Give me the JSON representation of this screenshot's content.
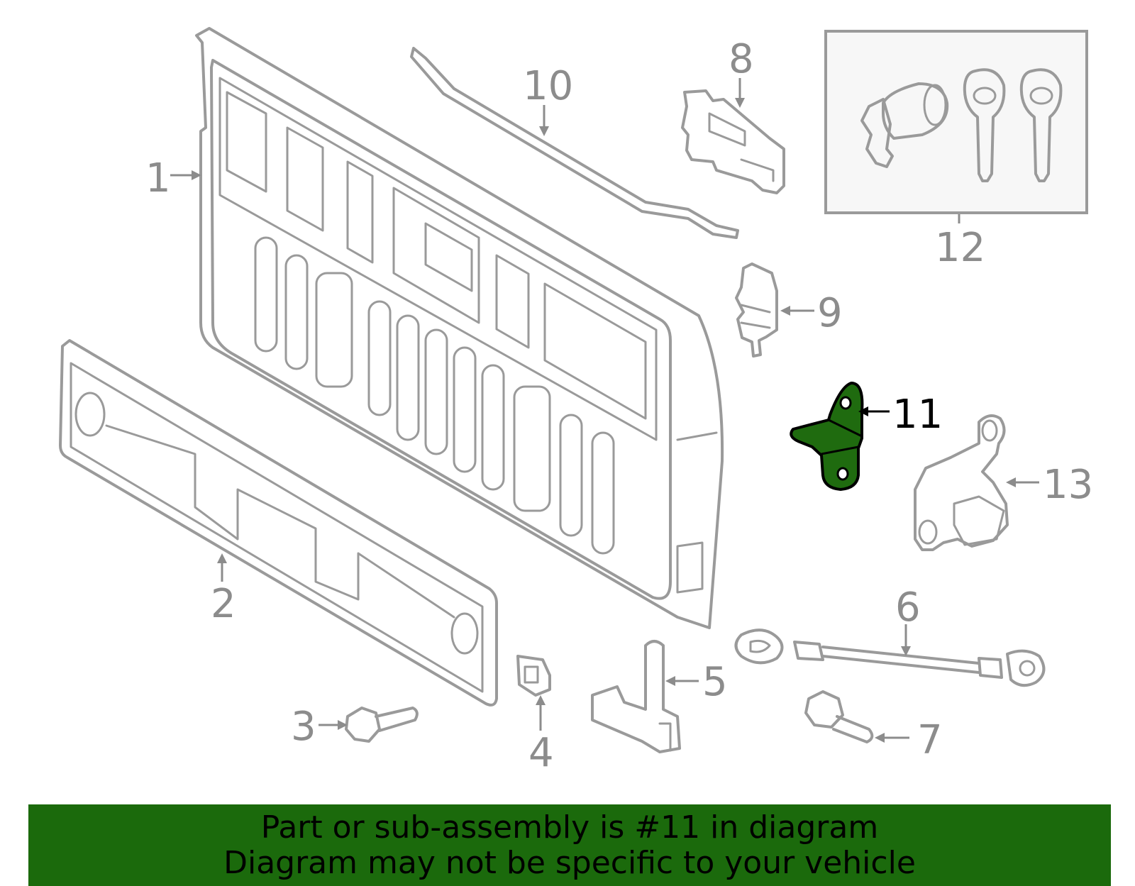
{
  "diagram": {
    "callouts": [
      "1",
      "2",
      "3",
      "4",
      "5",
      "6",
      "7",
      "8",
      "9",
      "10",
      "11",
      "12",
      "13"
    ],
    "highlighted_part": "11",
    "highlight_color": "#1b6a0c"
  },
  "banner": {
    "line1": "Part or sub-assembly is #11 in diagram",
    "line2": "Diagram may not be specific to your vehicle",
    "background": "#1b6a0c"
  }
}
